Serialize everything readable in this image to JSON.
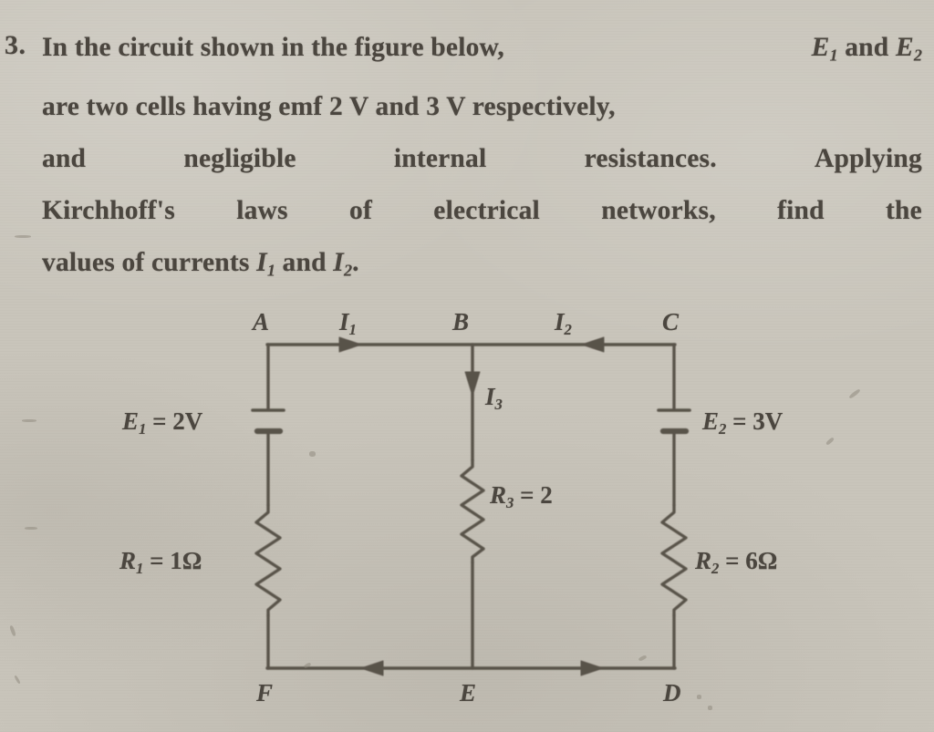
{
  "question": {
    "number": "3.",
    "lines": [
      [
        "In the circuit shown in the figure below,",
        "E",
        "1",
        " and ",
        "E",
        "2"
      ],
      [
        "are two cells having emf 2 V and 3 V respectively,"
      ],
      [
        "and negligible internal resistances. Applying"
      ],
      [
        "Kirchhoff's laws of electrical networks, find the"
      ],
      [
        "values of currents ",
        "I",
        "1",
        " and ",
        "I",
        "2",
        "."
      ]
    ],
    "line1_a": "In the circuit shown in the figure below,",
    "line1_e1": "E",
    "line1_e1_sub": "1",
    "line1_and": " and ",
    "line1_e2": "E",
    "line1_e2_sub": "2",
    "line2": "are two cells having emf 2 V and 3 V respectively,",
    "line3_words": [
      "and",
      "negligible",
      "internal",
      "resistances.",
      "Applying"
    ],
    "line4_words": [
      "Kirchhoff's",
      "laws",
      "of",
      "electrical",
      "networks,",
      "find",
      "the"
    ],
    "line5_a": "values of currents ",
    "line5_i1": "I",
    "line5_i1_sub": "1",
    "line5_and": " and ",
    "line5_i2": "I",
    "line5_i2_sub": "2",
    "line5_end": "."
  },
  "circuit": {
    "nodes": {
      "a": "A",
      "b": "B",
      "c": "C",
      "d": "D",
      "e": "E",
      "f": "F"
    },
    "currents": {
      "i1": "I",
      "i1_sub": "1",
      "i2": "I",
      "i2_sub": "2",
      "i3": "I",
      "i3_sub": "3"
    },
    "components": {
      "e1_label": "E",
      "e1_sub": "1",
      "e1_value": " = 2V",
      "e2_label": "E",
      "e2_sub": "2",
      "e2_value": " = 3V",
      "r1_label": "R",
      "r1_sub": "1",
      "r1_value": " = 1Ω",
      "r2_label": "R",
      "r2_sub": "2",
      "r2_value": " = 6Ω",
      "r3_label": "R",
      "r3_sub": "3",
      "r3_value": " = 2"
    },
    "colors": {
      "background": "#c9c5bb",
      "ink": "#4b463f",
      "wire": "#595249"
    }
  }
}
